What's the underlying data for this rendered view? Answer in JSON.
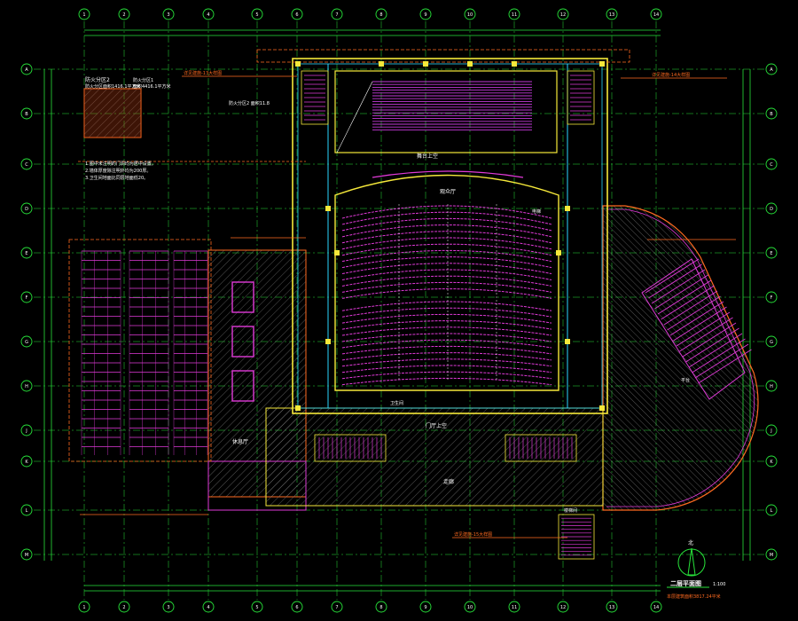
{
  "drawing": {
    "title": "二层平面图",
    "scale": "1:100",
    "subtitle": "本层建筑面积3817.24平米",
    "north_label": "北"
  },
  "grid": {
    "top_labels": [
      "1",
      "2",
      "3",
      "4",
      "5",
      "6",
      "7",
      "8",
      "9",
      "10",
      "11",
      "12",
      "13",
      "14"
    ],
    "left_labels": [
      "A",
      "B",
      "C",
      "D",
      "E",
      "F",
      "G",
      "H",
      "J",
      "K",
      "L",
      "M"
    ]
  },
  "annotations": {
    "legend_title": "防火分区2",
    "legend_line1": "防火分区面积1416.1平方米",
    "legend_line2": "防火分区1",
    "legend_line3": "面积4416.1平方米",
    "fire_zone_box": "防火分区2 面积11.8",
    "note1": "1.图中未注明的门洞均为居中设置。",
    "note2": "2.墙体厚度除注明外均为200厚。",
    "note3": "3.卫生间地面比同层地面低20。",
    "stage_label": "舞台上空",
    "hall_label": "观众厅",
    "foyer_label": "休息厅",
    "lobby_label": "门厅上空",
    "corridor_label": "走廊",
    "stair_label": "楼梯间",
    "elevator_label": "电梯",
    "wc_label": "卫生间",
    "platform_label": "平台",
    "callout_left": "详见建施-13大样图",
    "callout_right": "详见建施-14大样图",
    "callout_bottom": "详见建施-15大样图"
  },
  "colors": {
    "background": "#000000",
    "grid": "#27e33a",
    "wall": "#f5e83a",
    "seating": "#e03ad8",
    "dimension": "#2ad6ff",
    "annotation": "#ff6a1f",
    "hatch": "#8a8a8a",
    "white": "#ffffff"
  }
}
